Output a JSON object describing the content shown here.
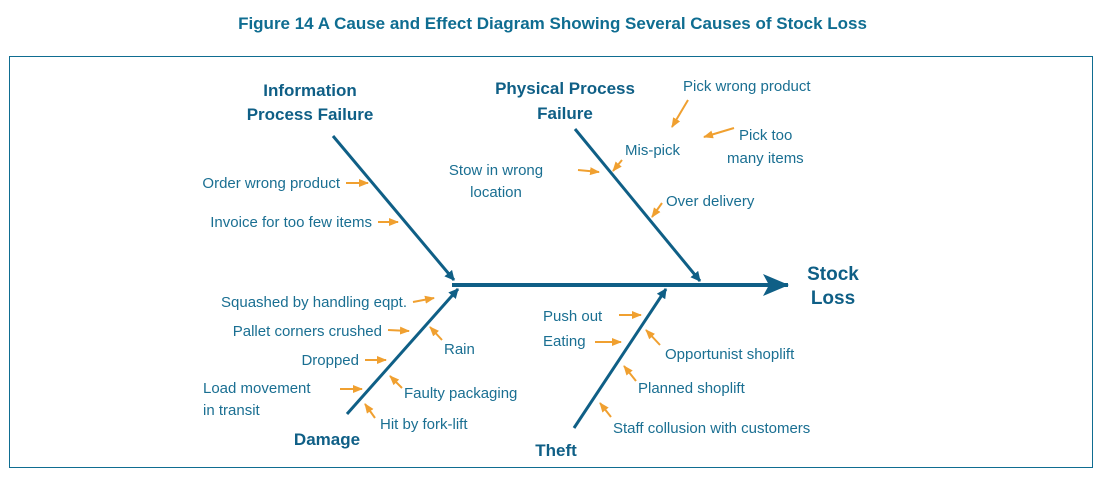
{
  "title": "Figure 14 A Cause and Effect Diagram Showing Several Causes of Stock Loss",
  "colors": {
    "bone": "#0f5f86",
    "arrow": "#f0a030",
    "text": "#1a6f92",
    "border": "#0f6d91"
  },
  "effect": {
    "line1": "Stock",
    "line2": "Loss"
  },
  "categories": {
    "info": {
      "line1": "Information",
      "line2": "Process Failure",
      "causes": [
        "Order wrong product",
        "Invoice for too few items"
      ]
    },
    "physical": {
      "line1": "Physical Process",
      "line2": "Failure",
      "causes": {
        "stow": {
          "line1": "Stow in wrong",
          "line2": "location"
        },
        "mispick": "Mis-pick",
        "pick_wrong": "Pick wrong product",
        "pick_many": {
          "line1": "Pick too",
          "line2": "many items"
        },
        "over": "Over delivery"
      }
    },
    "damage": {
      "label": "Damage",
      "causes": {
        "squashed": "Squashed by handling eqpt.",
        "pallet": "Pallet corners crushed",
        "dropped": "Dropped",
        "load": {
          "line1": "Load movement",
          "line2": "in transit"
        },
        "rain": "Rain",
        "faulty": "Faulty packaging",
        "forklift": "Hit by fork-lift"
      }
    },
    "theft": {
      "label": "Theft",
      "causes": {
        "push": "Push out",
        "eating": "Eating",
        "opportunist": "Opportunist shoplift",
        "planned": "Planned shoplift",
        "collusion": "Staff collusion with customers"
      }
    }
  }
}
